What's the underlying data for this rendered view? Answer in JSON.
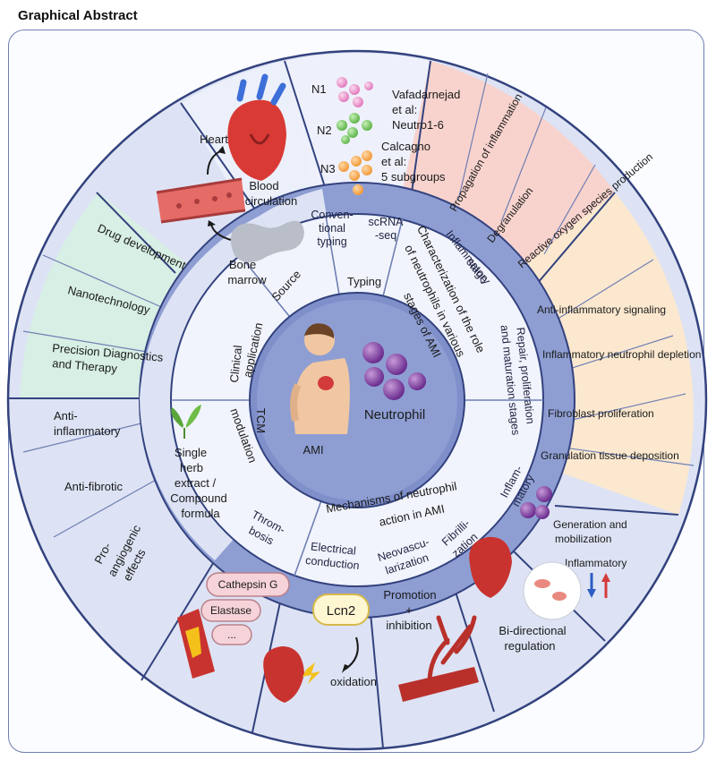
{
  "header": {
    "title": "Graphical Abstract"
  },
  "colors": {
    "outer_ring": "#dbe1f3",
    "band": "#8e9ed3",
    "inner_ring": "#eff2fb",
    "core": "#7f8fca",
    "pink": "#f8d3cd",
    "cream": "#fbe8cf",
    "mint": "#d7efe4",
    "divider": "#33427e"
  },
  "center": {
    "label_ami": "AMI",
    "label_neutrophil": "Neutrophil"
  },
  "inner": {
    "source": "Source",
    "typing": "Typing",
    "characterization": [
      "Characterization of the role",
      "of neutrophils in various",
      "stages of AMI"
    ],
    "mechanisms": [
      "Mechanisms of neutrophil",
      "action in AMI"
    ],
    "tcm": [
      "TCM",
      "modulation"
    ],
    "clinical": [
      "Clinical",
      "application"
    ]
  },
  "band": {
    "conventional_typing": [
      "Conven-",
      "tional",
      "typing"
    ],
    "scrna_seq": [
      "scRNA",
      "-seq"
    ],
    "inflammatory_stage": [
      "Inflammatory",
      "stage"
    ],
    "repair_stage": [
      "Repair, proliferation",
      "and maturation stages"
    ],
    "inflammatory": [
      "Inflam-",
      "matory"
    ],
    "fibrillization": [
      "Fibrilli-",
      "zation"
    ],
    "neovascularization": [
      "Neovascu-",
      "larization"
    ],
    "electrical_conduction": [
      "Electrical",
      "conduction"
    ],
    "thrombosis": [
      "Throm-",
      "bosis"
    ]
  },
  "source_panel": {
    "heart": "Heart",
    "blood_circulation": [
      "Blood",
      "circulation"
    ],
    "bone_marrow": [
      "Bone",
      "marrow"
    ]
  },
  "typing_panel": {
    "n1": "N1",
    "n2": "N2",
    "n3": "N3",
    "vafadarnejad": [
      "Vafadarnejad",
      "et al:",
      "Neutro1-6"
    ],
    "calcagno": [
      "Calcagno",
      "et al:",
      "5 subgroups"
    ]
  },
  "inflammatory_stage_items": [
    "Propagation of inflammation",
    "Degranulation",
    "Reactive oxygen species production"
  ],
  "repair_stage_items": [
    "Anti-inflammatory signaling",
    "Inflammatory neutrophil depletion",
    "Fibroblast proliferation",
    "Granulation tissue deposition"
  ],
  "inflammatory_mechanism": {
    "generation": [
      "Generation and",
      "mobilization"
    ],
    "inflammatory": "Inflammatory"
  },
  "fibrillization_panel": {
    "bidirectional": [
      "Bi-directional",
      "regulation"
    ]
  },
  "neovascularization_panel": {
    "promotion": [
      "Promotion",
      "+",
      "inhibition"
    ]
  },
  "electrical_panel": {
    "lcn2": "Lcn2",
    "oxidation": "oxidation"
  },
  "thrombosis_panel": {
    "pills": [
      "Cathepsin G",
      "Elastase",
      "..."
    ]
  },
  "tcm_panel": {
    "herb": [
      "Single",
      "herb",
      "extract /",
      "Compound",
      "formula"
    ],
    "effects": [
      [
        "Anti-",
        "inflammatory"
      ],
      [
        "Anti-fibrotic"
      ],
      [
        "Pro-",
        "angiogenic",
        "effects"
      ]
    ]
  },
  "clinical_items": [
    "Drug development",
    "Nanotechnology",
    [
      "Precision Diagnostics",
      "and Therapy"
    ]
  ]
}
